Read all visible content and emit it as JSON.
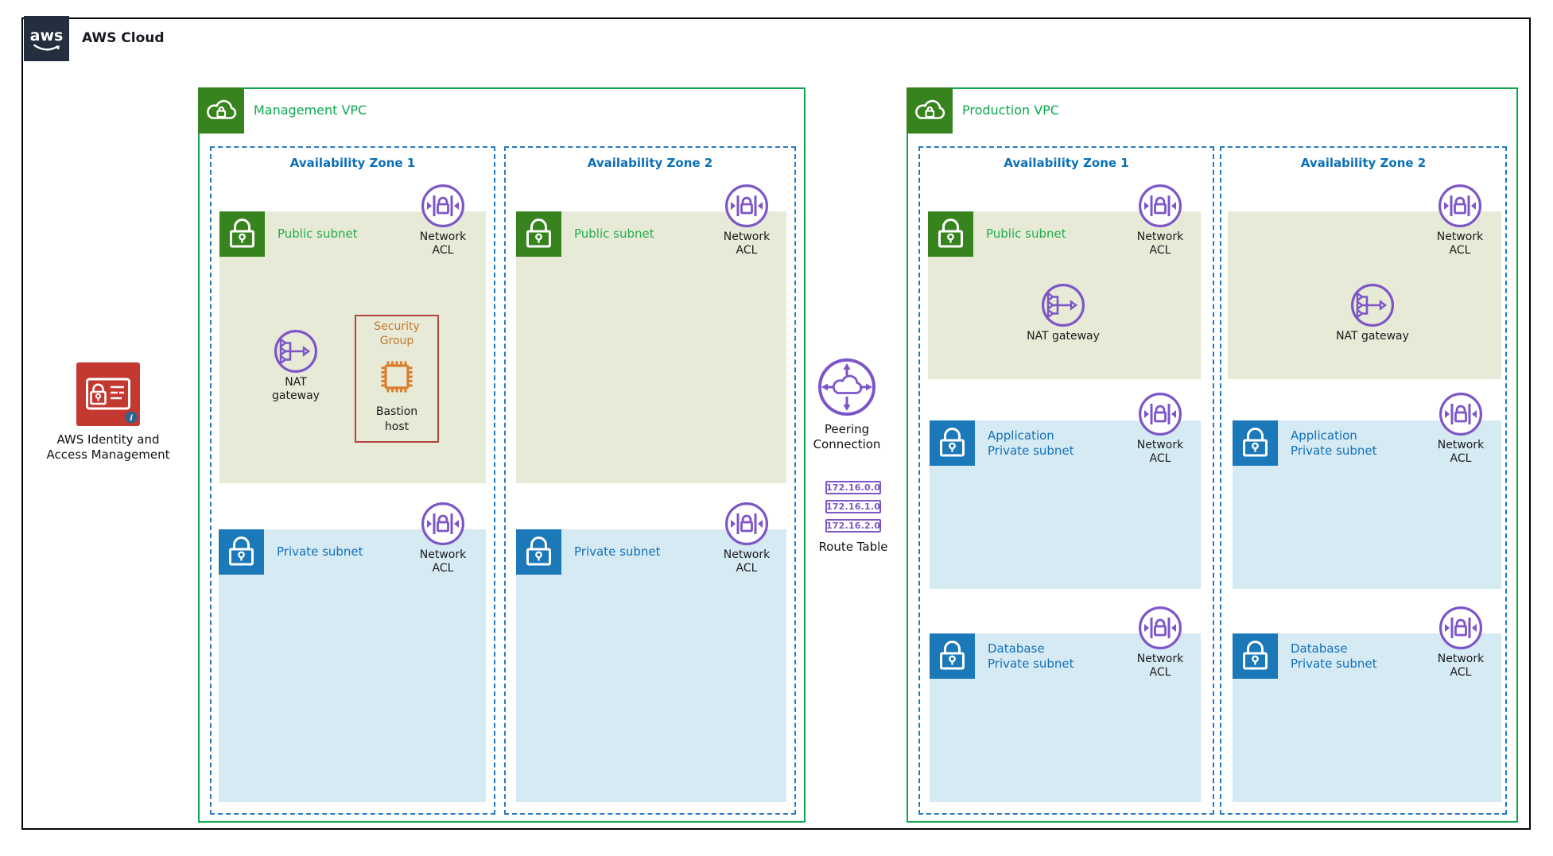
{
  "title": "AWS Cloud",
  "logo_text": "aws",
  "iam": {
    "line1": "AWS Identity and",
    "line2": "Access Management"
  },
  "shared": {
    "network": "Network",
    "acl": "ACL"
  },
  "mgmt": {
    "title": "Management VPC",
    "az1": {
      "title": "Availability Zone 1",
      "public_label": "Public subnet",
      "private_label": "Private subnet"
    },
    "az2": {
      "title": "Availability Zone 2",
      "public_label": "Public subnet",
      "private_label": "Private subnet"
    },
    "nat": {
      "line1": "NAT",
      "line2": "gateway"
    },
    "sg": {
      "title1": "Security",
      "title2": "Group",
      "host1": "Bastion",
      "host2": "host"
    }
  },
  "prod": {
    "title": "Production VPC",
    "az1": {
      "title": "Availability Zone 1",
      "public_label": "Public subnet"
    },
    "az2": {
      "title": "Availability Zone 2"
    },
    "nat_label": "NAT gateway",
    "app": {
      "line1": "Application",
      "line2": "Private subnet"
    },
    "db": {
      "line1": "Database",
      "line2": "Private subnet"
    }
  },
  "peering": {
    "line1": "Peering",
    "line2": "Connection"
  },
  "route_table": {
    "label": "Route Table",
    "routes": [
      "172.16.0.0",
      "172.16.1.0",
      "172.16.2.0"
    ]
  },
  "colors": {
    "vpc_border_green": "#0DA84E",
    "subnet_icon_green": "#37841E",
    "public_label_green": "#23AD4F",
    "public_subnet_bg": "#E6EAD6",
    "private_subnet_bg": "#D6EAF4",
    "private_icon_blue": "#1B78B9",
    "az_dashed_blue": "#2779C4",
    "az_text_blue": "#0A70B8",
    "network_purple": "#7D55C7",
    "security_group_border": "#B2453C",
    "security_group_text": "#C9772F",
    "ec2_orange": "#DC7D2C",
    "iam_red": "#C4392F",
    "logo_navy": "#232F3E"
  }
}
